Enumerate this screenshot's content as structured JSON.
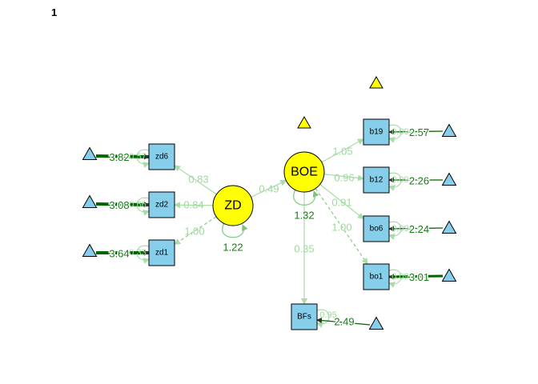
{
  "figure": {
    "title": "1"
  },
  "colors": {
    "latent_fill": "#ffff00",
    "observed_fill": "#87ceeb",
    "intercept_fill": "#87ceeb",
    "mean_fill": "#ffff00",
    "path_light": "#a8dca8",
    "path_mid": "#86cc86",
    "label_dark": "#1a7a1a",
    "label_light": "#9fd89f",
    "thick_green": "#006400"
  },
  "latents": [
    {
      "id": "ZD",
      "label": "ZD",
      "variance": "1.22"
    },
    {
      "id": "BOE",
      "label": "BOE",
      "variance": "1.32"
    }
  ],
  "observed": [
    {
      "id": "zd6",
      "label": "zd6",
      "intercept": "3.82",
      "residual": "0.57"
    },
    {
      "id": "zd2",
      "label": "zd2",
      "intercept": "3.08",
      "residual": "0.66"
    },
    {
      "id": "zd1",
      "label": "zd1",
      "intercept": "3.64",
      "residual": "0.33"
    },
    {
      "id": "b19",
      "label": "b19",
      "intercept": "2.57",
      "residual": "0.09"
    },
    {
      "id": "b12",
      "label": "b12",
      "intercept": "2.26",
      "residual": "0.09"
    },
    {
      "id": "bo6",
      "label": "bo6",
      "intercept": "2.24",
      "residual": "0.09"
    },
    {
      "id": "bo1",
      "label": "bo1",
      "intercept": "3.01",
      "residual": "0.09"
    },
    {
      "id": "BFs",
      "label": "BFs",
      "intercept": "2.49",
      "residual": "0.95"
    }
  ],
  "loadings": [
    {
      "from": "ZD",
      "to": "zd6",
      "value": "0.83"
    },
    {
      "from": "ZD",
      "to": "zd2",
      "value": "0.84"
    },
    {
      "from": "ZD",
      "to": "zd1",
      "value": "1.00"
    },
    {
      "from": "BOE",
      "to": "b19",
      "value": "1.05"
    },
    {
      "from": "BOE",
      "to": "b12",
      "value": "0.96"
    },
    {
      "from": "BOE",
      "to": "bo6",
      "value": "0.91"
    },
    {
      "from": "BOE",
      "to": "bo1",
      "value": "1.00"
    }
  ],
  "regressions": [
    {
      "from": "ZD",
      "to": "BOE",
      "value": "0.49"
    },
    {
      "from": "BOE",
      "to": "BFs",
      "value": "0.35"
    }
  ]
}
